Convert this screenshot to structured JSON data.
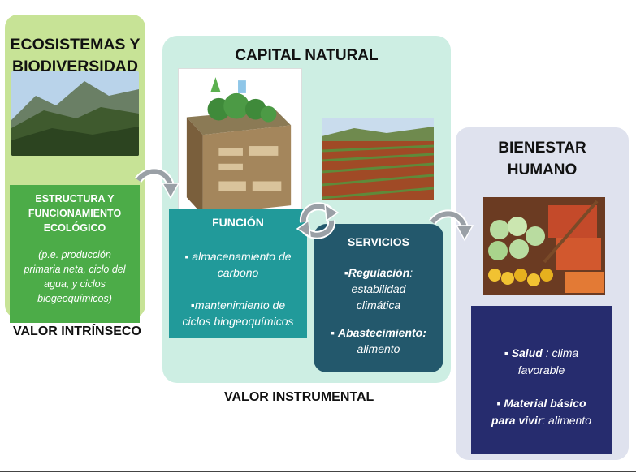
{
  "ecosistemas": {
    "title_l1": "ECOSISTEMAS Y",
    "title_l2": "BIODIVERSIDAD",
    "box_title_l1": "ESTRUCTURA Y",
    "box_title_l2": "FUNCIONAMIENTO",
    "box_title_l3": "ECOLÓGICO",
    "box_detail_l1": "(p.e. producción",
    "box_detail_l2": "primaria neta, ciclo del",
    "box_detail_l3": "agua, y ciclos",
    "box_detail_l4": "biogeoquímicos)",
    "value_label": "VALOR INTRÍNSECO"
  },
  "capital": {
    "title": "CAPITAL NATURAL",
    "value_label": "VALOR INSTRUMENTAL",
    "funcion": {
      "title": "FUNCIÓN",
      "item1_l1": "almacenamiento de",
      "item1_l2": "carbono",
      "item2_l1": "mantenimiento de",
      "item2_l2": "ciclos biogeoquímicos"
    },
    "servicios": {
      "title": "SERVICIOS",
      "item1_bold": "Regulación",
      "item1_rest": ":",
      "item1_l2": "estabilidad",
      "item1_l3": "climática",
      "item2_bold": "Abastecimiento:",
      "item2_l2": "alimento"
    }
  },
  "bienestar": {
    "title_l1": "BIENESTAR",
    "title_l2": "HUMANO",
    "item1_bold": "Salud",
    "item1_rest": " : clima",
    "item1_l2": "favorable",
    "item2_bold_l1": "Material básico",
    "item2_bold_l2": "para vivir",
    "item2_rest": ": alimento"
  },
  "colors": {
    "eco_panel": "#c7e396",
    "eco_box": "#4cac48",
    "capital_panel": "#cdeee3",
    "funcion_box": "#219a9a",
    "servicios_box": "#23586c",
    "bienestar_panel": "#dfe2ee",
    "bienestar_box": "#262c6e"
  }
}
